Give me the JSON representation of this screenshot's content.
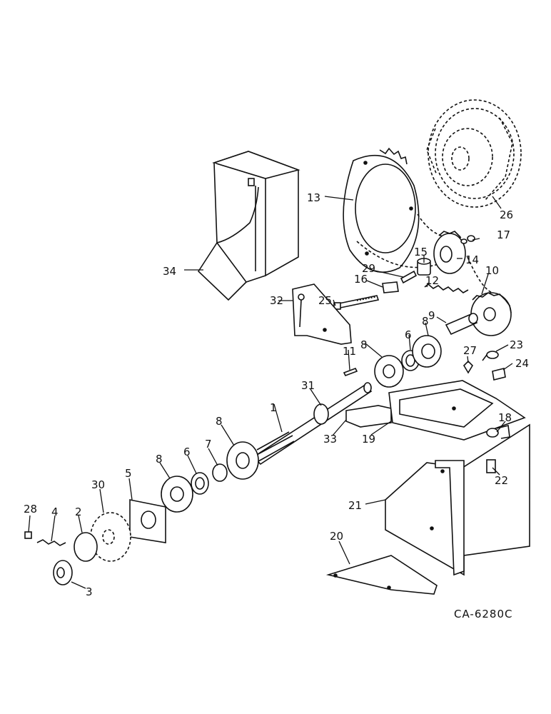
{
  "figure_code": "CA-6280C",
  "callouts": {
    "c1": "1",
    "c2": "2",
    "c3": "3",
    "c4": "4",
    "c5": "5",
    "c6a": "6",
    "c6b": "6",
    "c7": "7",
    "c8a": "8",
    "c8b": "8",
    "c8c": "8",
    "c8d": "8",
    "c9": "9",
    "c10": "10",
    "c11": "11",
    "c12": "12",
    "c13": "13",
    "c14": "14",
    "c15": "15",
    "c16": "16",
    "c17": "17",
    "c18": "18",
    "c19": "19",
    "c20": "20",
    "c21": "21",
    "c22": "22",
    "c23": "23",
    "c24": "24",
    "c25": "25",
    "c26": "26",
    "c27": "27",
    "c28": "28",
    "c29": "29",
    "c30": "30",
    "c31": "31",
    "c32": "32",
    "c33": "33",
    "c34": "34"
  }
}
